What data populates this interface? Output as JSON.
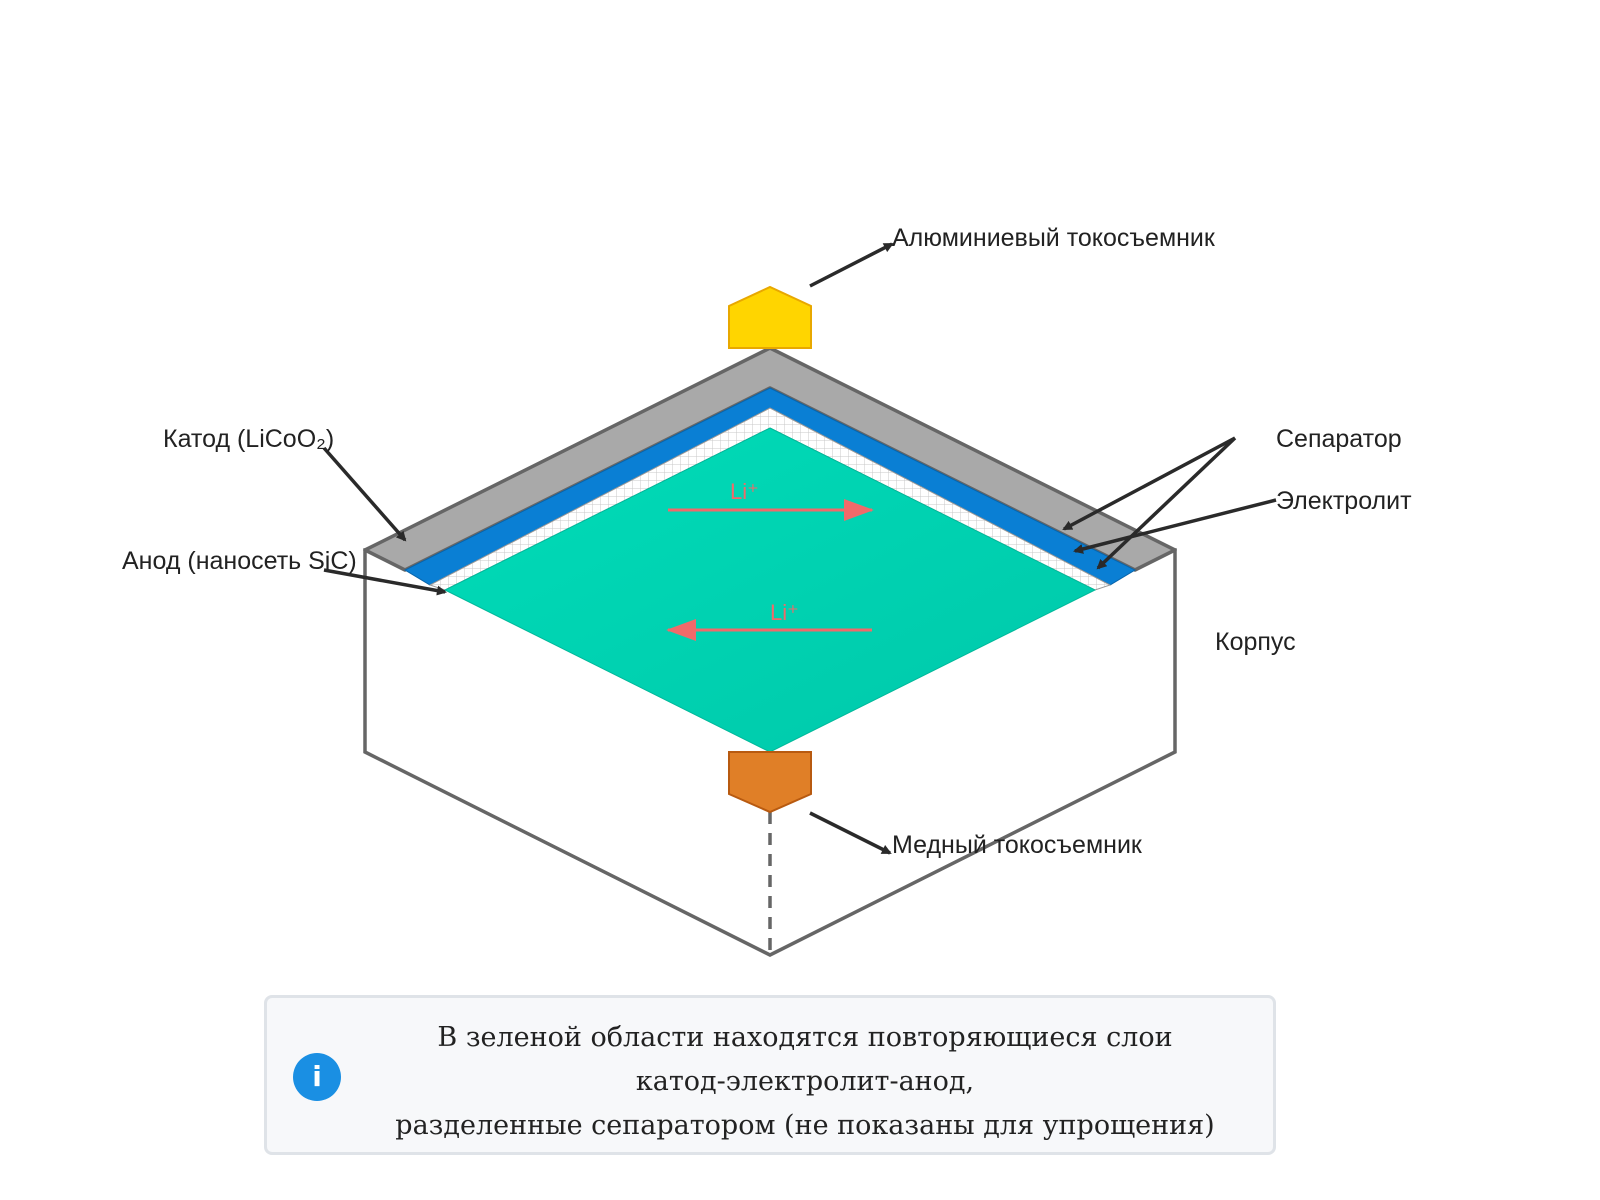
{
  "labels": {
    "aluminum_collector": "Алюминиевый токосъемник",
    "cathode": "Катод (LiCoO₂)",
    "anode": "Анод (наносеть SiC)",
    "separator": "Сепаратор",
    "electrolyte": "Электролит",
    "housing": "Корпус",
    "copper_collector": "Медный токосъемник",
    "ion_forward": "Li⁺",
    "ion_backward": "Li⁺"
  },
  "note": {
    "icon": "info-icon",
    "icon_glyph": "i",
    "lines": [
      "В зеленой области находятся повторяющиеся слои",
      "катод-электролит-анод,",
      "разделенные сепаратором (не показаны для упрощения)"
    ]
  },
  "colors": {
    "cathode_band": "#a9a9a9",
    "electrolyte_band": "#0a7fd4",
    "active_area": "#00d1b2",
    "aluminum_tab": "#ffd500",
    "copper_tab": "#e07f27",
    "ion_arrow": "#f06a6a",
    "outline": "#666666",
    "info": "#1a8fe3"
  }
}
